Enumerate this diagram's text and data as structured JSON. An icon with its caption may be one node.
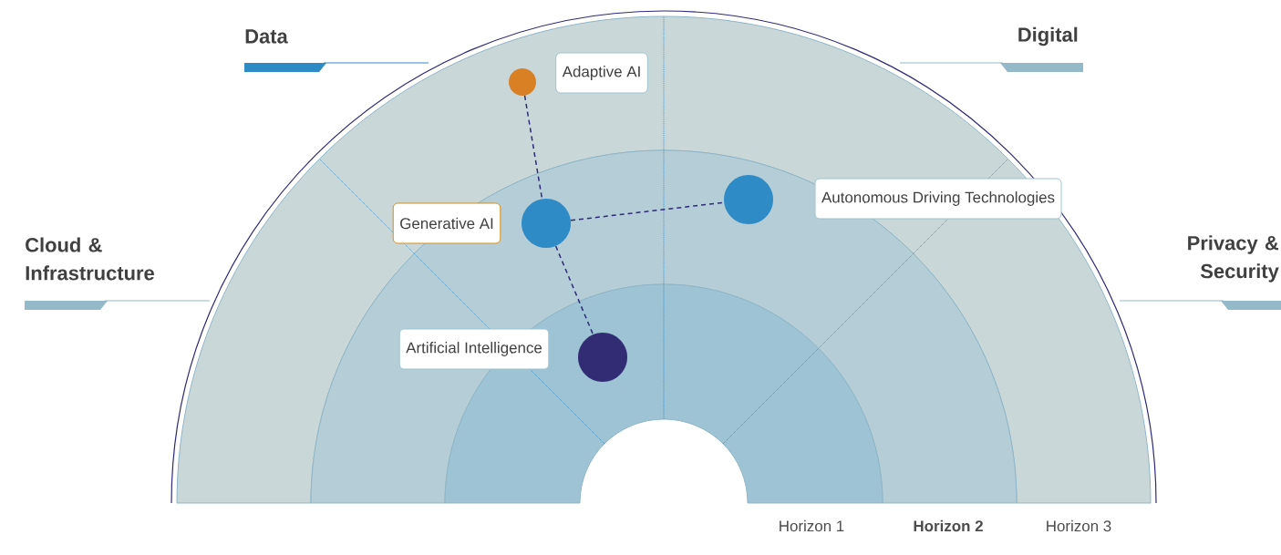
{
  "diagram": {
    "nodes": [
      {
        "text": [],
        "shape": "circle",
        "beside": [
          "Adaptive AI"
        ]
      },
      {
        "text": [],
        "shape": "circle",
        "beside": [
          "Autonomous Driving Technologies"
        ]
      },
      {
        "text": [],
        "shape": "circle",
        "beside": [
          "Generative AI"
        ]
      },
      {
        "text": [],
        "shape": "circle",
        "beside": [
          "Artificial Intelligence"
        ]
      }
    ],
    "edges": [
      {
        "from": 0,
        "to": 2,
        "arrow": "none",
        "style": "dashed"
      },
      {
        "from": 2,
        "to": 1,
        "arrow": "none",
        "style": "dashed"
      },
      {
        "from": 2,
        "to": 3,
        "arrow": "none",
        "style": "dashed"
      }
    ],
    "labels": [
      "Data",
      "Digital",
      "Cloud & Infrastructure",
      "Privacy & Security",
      "Horizon 1",
      "Horizon 2",
      "Horizon 3"
    ]
  }
}
